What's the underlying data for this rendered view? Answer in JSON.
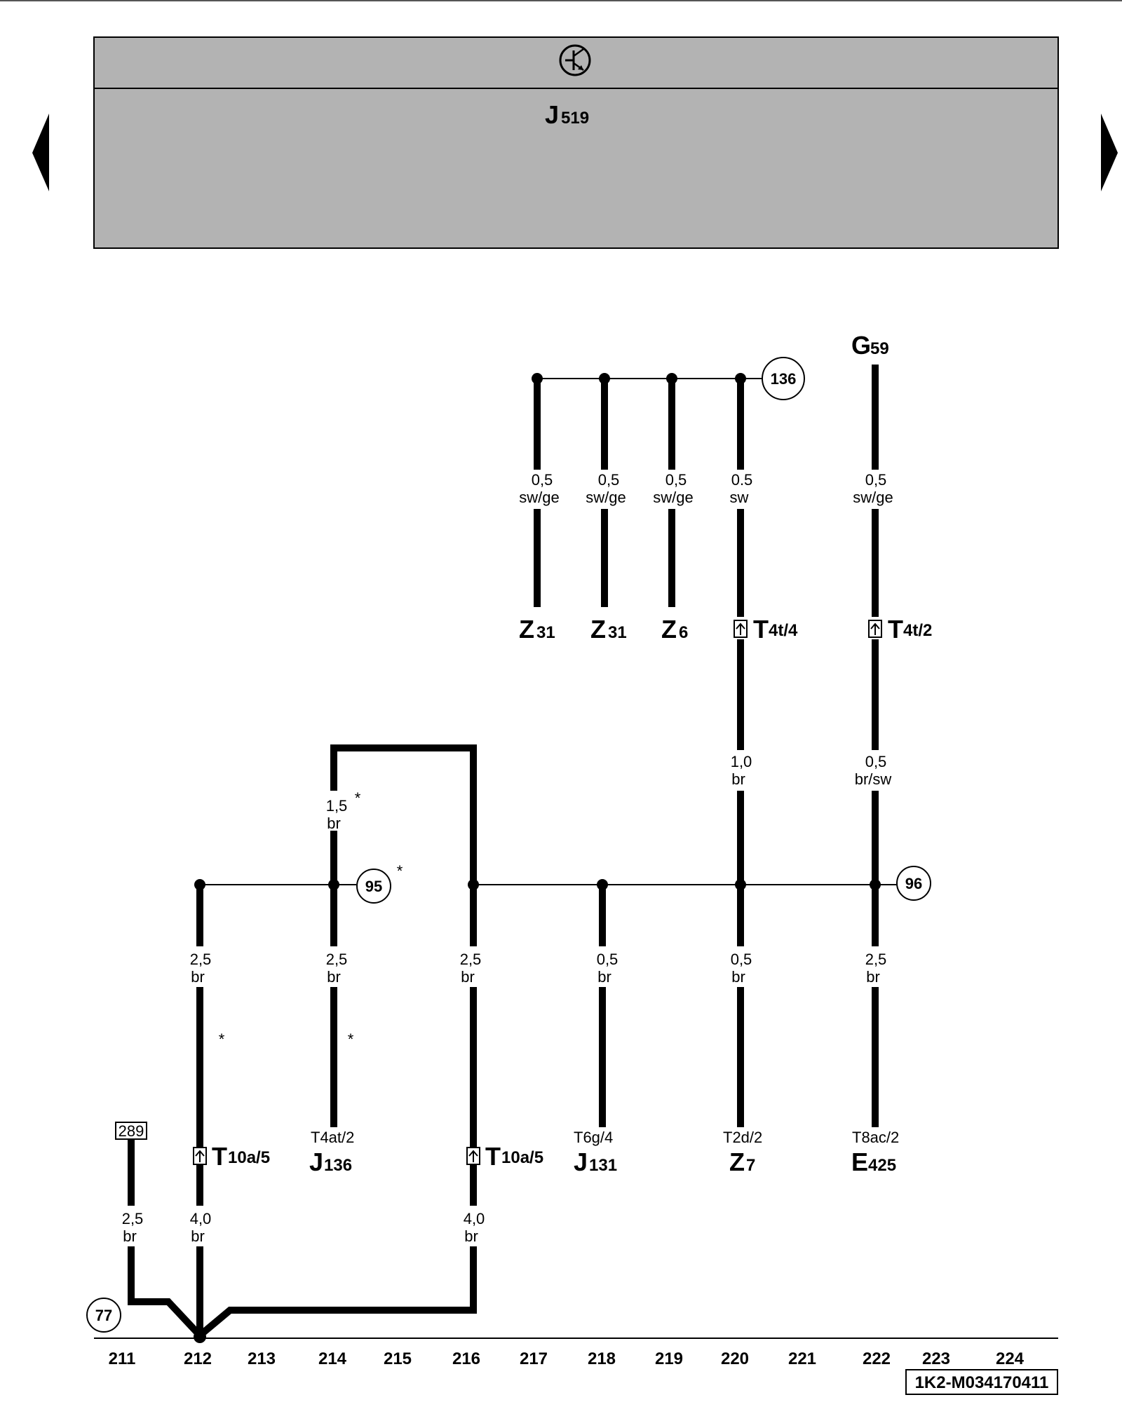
{
  "header": {
    "component_main": "J",
    "component_sub": "519",
    "symbol": "transistor-icon"
  },
  "nav": {
    "prev": "prev-page-arrow-icon",
    "next": "next-page-arrow-icon"
  },
  "top_components": [
    {
      "main": "Z",
      "sub": "31"
    },
    {
      "main": "Z",
      "sub": "31"
    },
    {
      "main": "Z",
      "sub": "6"
    }
  ],
  "wire_labels": {
    "w1": [
      "0,5",
      "sw/ge"
    ],
    "w2": [
      "0,5",
      "sw/ge"
    ],
    "w3": [
      "0,5",
      "sw/ge"
    ],
    "w4": [
      "0.5",
      "sw"
    ],
    "w5": [
      "0,5",
      "sw/ge"
    ],
    "w6": [
      "1,0",
      "br"
    ],
    "w7": [
      "0,5",
      "br/sw"
    ],
    "w8": [
      "1,5",
      "br"
    ],
    "w9": [
      "2,5",
      "br"
    ],
    "w10": [
      "2,5",
      "br"
    ],
    "w11": [
      "2,5",
      "br"
    ],
    "w12": [
      "0,5",
      "br"
    ],
    "w13": [
      "0,5",
      "br"
    ],
    "w14": [
      "2,5",
      "br"
    ],
    "w15": [
      "2,5",
      "br"
    ],
    "w16": [
      "4,0",
      "br"
    ],
    "w17": [
      "4,0",
      "br"
    ]
  },
  "g59": {
    "main": "G",
    "sub": "59"
  },
  "connectors": {
    "t4t4": {
      "main": "T",
      "sub": "4t/4"
    },
    "t4t2": {
      "main": "T",
      "sub": "4t/2"
    },
    "t10a5_left": {
      "main": "T",
      "sub": "10a/5"
    },
    "t10a5_right": {
      "main": "T",
      "sub": "10a/5"
    }
  },
  "bottom_components": [
    {
      "pin": "T4at/2",
      "main": "J",
      "sub": "136"
    },
    {
      "pin": "T6g/4",
      "main": "J",
      "sub": "131"
    },
    {
      "pin": "T2d/2",
      "main": "Z",
      "sub": "7"
    },
    {
      "pin": "T8ac/2",
      "main": "E",
      "sub": "425"
    }
  ],
  "nodes": {
    "n136": "136",
    "n95": "95",
    "n96": "96",
    "n77": "77",
    "ref289": "289"
  },
  "asterisk": "*",
  "columns": [
    "211",
    "212",
    "213",
    "214",
    "215",
    "216",
    "217",
    "218",
    "219",
    "220",
    "221",
    "222",
    "223",
    "224"
  ],
  "doc_id": "1K2-M034170411"
}
